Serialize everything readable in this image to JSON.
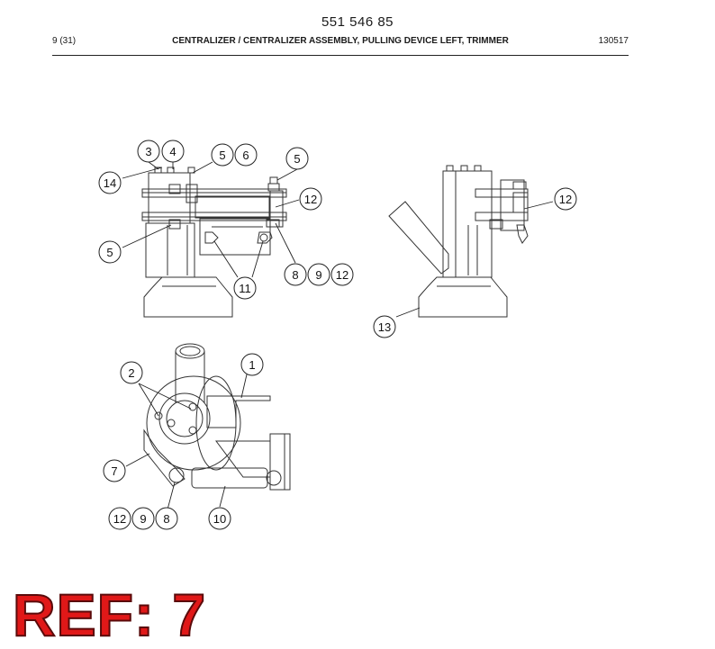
{
  "header": {
    "doc_number": "551 546 85",
    "page_indicator": "9 (31)",
    "title": "CENTRALIZER / CENTRALIZER ASSEMBLY, PULLING DEVICE LEFT, TRIMMER",
    "date_code": "130517"
  },
  "callouts": {
    "c3": "3",
    "c4": "4",
    "c5a": "5",
    "c6": "6",
    "c5b": "5",
    "c14": "14",
    "c12a": "12",
    "c5c": "5",
    "c8a": "8",
    "c9a": "9",
    "c12b": "12",
    "c11": "11",
    "c12c": "12",
    "c13": "13",
    "c1": "1",
    "c2": "2",
    "c7": "7",
    "c12d": "12",
    "c9b": "9",
    "c8b": "8",
    "c10": "10"
  },
  "ref_label": "REF: 7"
}
